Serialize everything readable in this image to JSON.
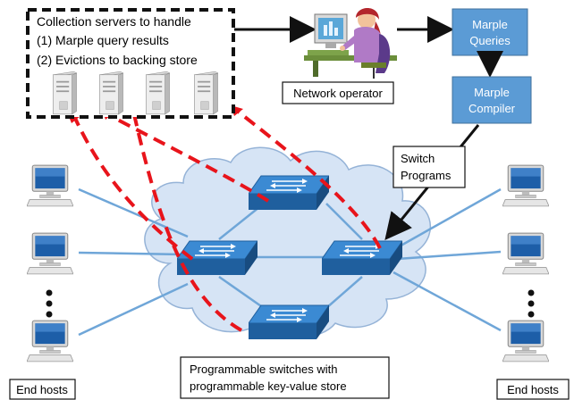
{
  "collection_box": {
    "line1": "Collection servers to handle",
    "line2": "(1) Marple query results",
    "line3": "(2) Evictions to backing store"
  },
  "network_operator_label": "Network operator",
  "marple_queries": {
    "line1": "Marple",
    "line2": "Queries"
  },
  "marple_compiler": {
    "line1": "Marple",
    "line2": "Compiler"
  },
  "switch_programs": {
    "line1": "Switch",
    "line2": "Programs"
  },
  "switches_label": {
    "line1": "Programmable switches with",
    "line2": "programmable key-value store"
  },
  "end_hosts_left": "End hosts",
  "end_hosts_right": "End hosts",
  "colors": {
    "blue_box": "#5b9bd5",
    "blue_box_border": "#41719c",
    "link_blue": "#6fa6d8",
    "dashed_red": "#e8141b",
    "cloud_fill": "#d6e4f5",
    "cloud_stroke": "#95b3d7",
    "switch_top": "#2e7fc9",
    "switch_side": "#1f5f9e"
  },
  "icons": [
    "server-icon",
    "monitor-icon",
    "operator-icon",
    "switch-icon",
    "cloud-icon"
  ]
}
